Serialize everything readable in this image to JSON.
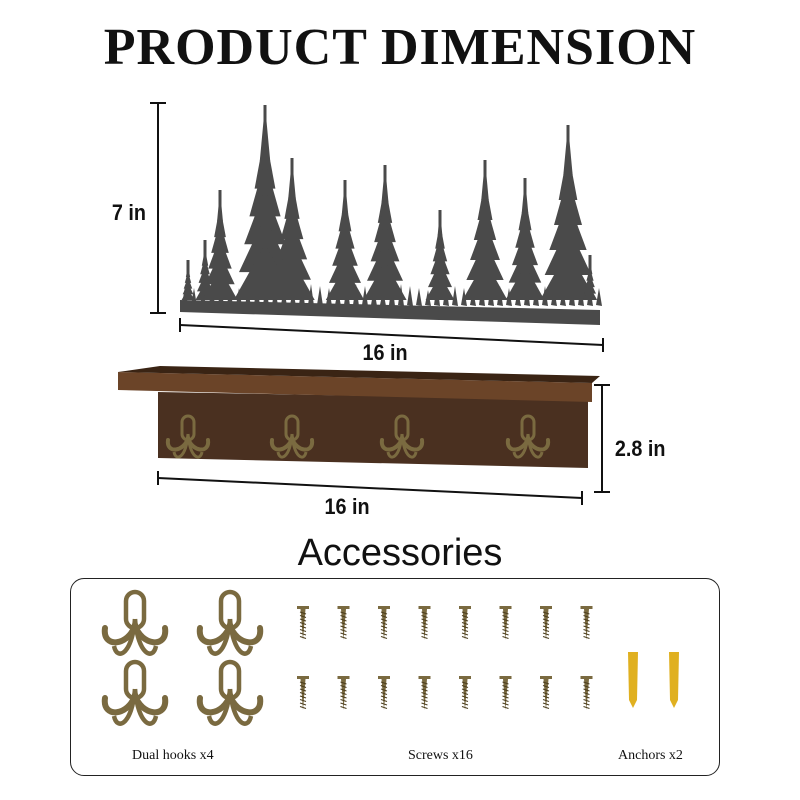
{
  "title": "PRODUCT DIMENSION",
  "metal_art": {
    "height_label": "7 in",
    "width_label": "16 in"
  },
  "shelf": {
    "height_label": "2.8 in",
    "width_label": "16 in"
  },
  "accessories": {
    "title": "Accessories",
    "items": [
      {
        "label": "Dual hooks x4"
      },
      {
        "label": "Screws x16"
      },
      {
        "label": "Anchors x2"
      }
    ]
  },
  "colors": {
    "metal": "#4a4a4a",
    "wood": "#4a3020",
    "brass": "#7a6a40",
    "anchor": "#e0b020"
  }
}
